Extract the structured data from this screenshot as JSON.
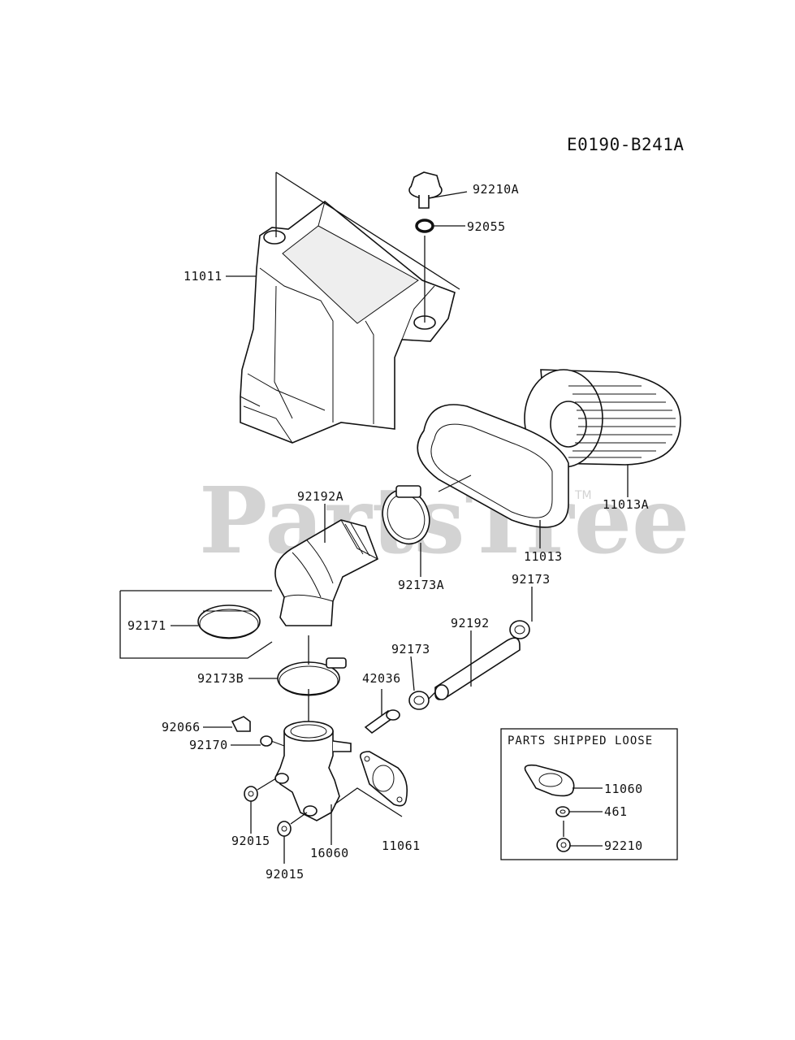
{
  "diagram": {
    "reference": "E0190-B241A",
    "watermark": "PartsTree",
    "trademark": "TM",
    "loose_box_title": "PARTS SHIPPED LOOSE",
    "labels": {
      "p92210A": "92210A",
      "p92055": "92055",
      "p11011": "11011",
      "p11013A": "11013A",
      "p11013": "11013",
      "p92192A": "92192A",
      "p92173A": "92173A",
      "p92173_top": "92173",
      "p92171": "92171",
      "p92192": "92192",
      "p92173_mid": "92173",
      "p92173B": "92173B",
      "p42036": "42036",
      "p92066": "92066",
      "p92170": "92170",
      "p92015_a": "92015",
      "p92015_b": "92015",
      "p16060": "16060",
      "p11061": "11061",
      "p11060": "11060",
      "p461": "461",
      "p92210": "92210"
    }
  }
}
